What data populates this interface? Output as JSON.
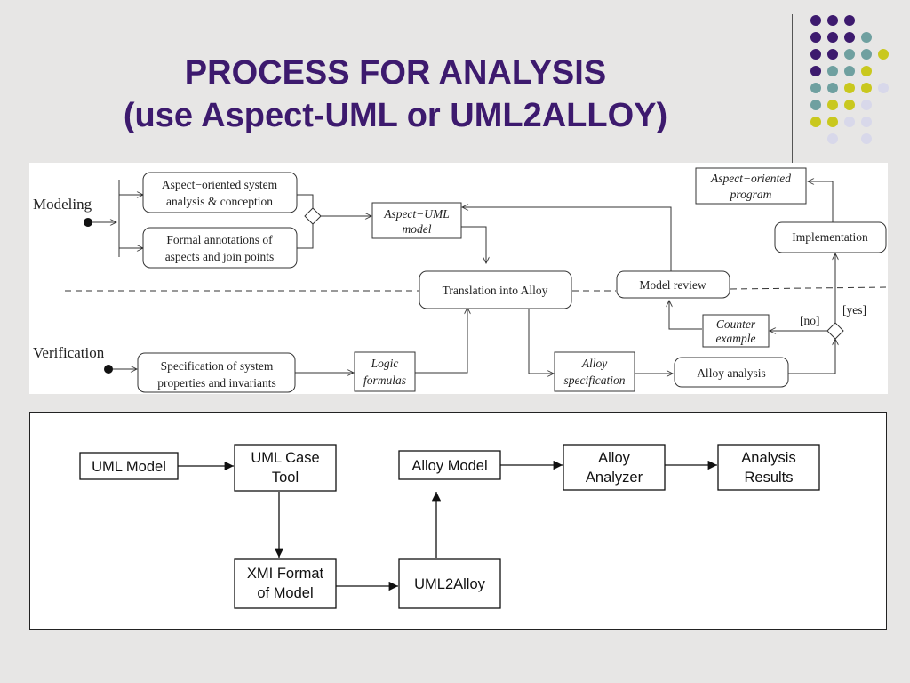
{
  "slide": {
    "title_line1": "PROCESS FOR ANALYSIS",
    "title_line2": "(use Aspect-UML or UML2ALLOY)"
  },
  "colors": {
    "title": "#3d1a6e",
    "dot_purple": "#3d1a6e",
    "dot_teal": "#6fa0a0",
    "dot_yellow": "#c9c81e",
    "dot_lavender": "#d8d8ea"
  },
  "diagram_a": {
    "modeling_label": "Modeling",
    "verification_label": "Verification",
    "aspect_oriented_analysis": [
      "Aspect−oriented system",
      "analysis & conception"
    ],
    "formal_annotations": [
      "Formal annotations of",
      "aspects and join points"
    ],
    "aspect_uml_model": [
      "Aspect−UML",
      "model"
    ],
    "translation_into_alloy": "Translation into Alloy",
    "model_review": "Model review",
    "aspect_oriented_program": [
      "Aspect−oriented",
      "program"
    ],
    "implementation": "Implementation",
    "counter_example": [
      "Counter",
      "example"
    ],
    "no_label": "[no]",
    "yes_label": "[yes]",
    "specification_of_system": [
      "Specification of system",
      "properties and invariants"
    ],
    "logic_formulas": [
      "Logic",
      "formulas"
    ],
    "alloy_specification": [
      "Alloy",
      "specification"
    ],
    "alloy_analysis": "Alloy analysis"
  },
  "diagram_b": {
    "uml_model": "UML Model",
    "uml_case_tool": [
      "UML Case",
      "Tool"
    ],
    "xmi_format": [
      "XMI Format",
      "of Model"
    ],
    "uml2alloy": "UML2Alloy",
    "alloy_model": "Alloy Model",
    "alloy_analyzer": [
      "Alloy",
      "Analyzer"
    ],
    "analysis_results": [
      "Analysis",
      "Results"
    ]
  }
}
